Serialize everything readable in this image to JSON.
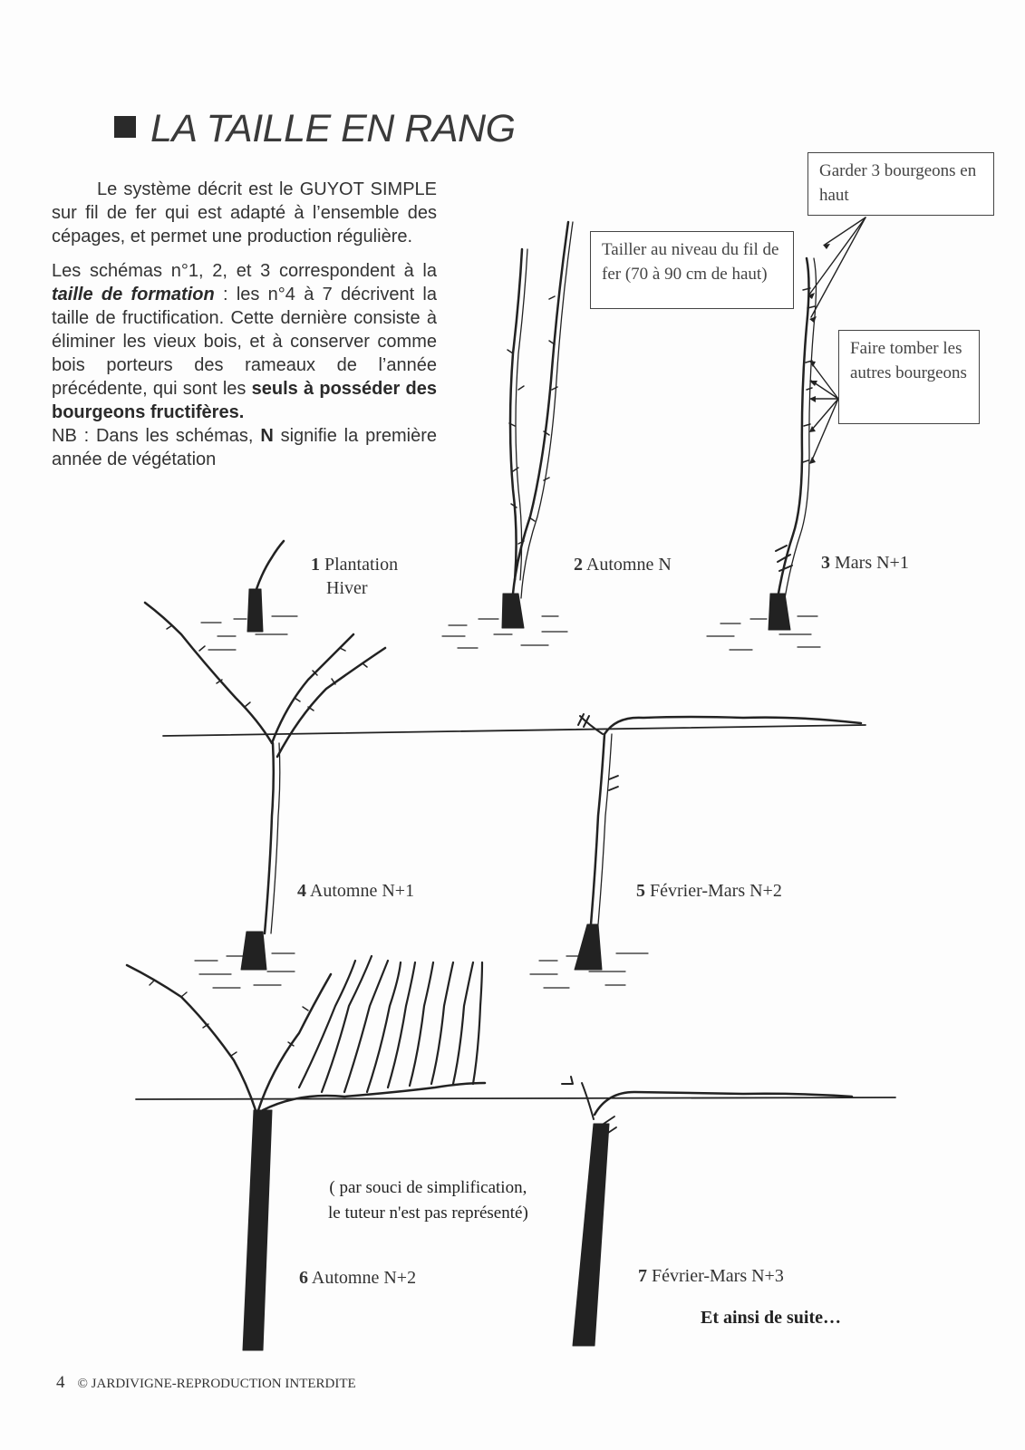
{
  "title": "LA TAILLE EN RANG",
  "intro": {
    "p1": "Le système décrit est le GUYOT SIMPLE sur fil de fer qui est adapté à l’ensemble des cépages, et permet une production régulière.",
    "p2_a": "Les schémas n°1, 2, et 3 correspondent à la ",
    "p2_bold": "taille de formation",
    "p2_b": " : les n°4 à 7 décrivent la taille de fructification. Cette dernière consiste à éliminer les vieux bois, et à conserver comme bois porteurs des rameaux de l’année précédente, qui sont les ",
    "p2_bold2": "seuls à posséder des bourgeons fructifères.",
    "p3_a": "NB : Dans les schémas, ",
    "p3_bold": "N",
    "p3_b": " signifie la première année de végétation"
  },
  "callouts": {
    "garder": "Garder 3 bourgeons en haut",
    "tailler": "Tailler au niveau du fil de fer (70 à 90 cm de haut)",
    "faire": "Faire tomber les autres bourgeons"
  },
  "captions": [
    {
      "num": "1",
      "text": "Plantation",
      "text2": "Hiver"
    },
    {
      "num": "2",
      "text": "Automne N"
    },
    {
      "num": "3",
      "text": "Mars N+1"
    },
    {
      "num": "4",
      "text": "Automne N+1"
    },
    {
      "num": "5",
      "text": "Février-Mars N+2"
    },
    {
      "num": "6",
      "text": "Automne N+2"
    },
    {
      "num": "7",
      "text": "Février-Mars N+3"
    }
  ],
  "note": {
    "line1": "( par souci de simplification,",
    "line2": "le tuteur n'est pas représenté)"
  },
  "suite": "Et ainsi de suite…",
  "footer": {
    "page_number": "4",
    "copyright": "© JARDIVIGNE-REPRODUCTION INTERDITE"
  }
}
